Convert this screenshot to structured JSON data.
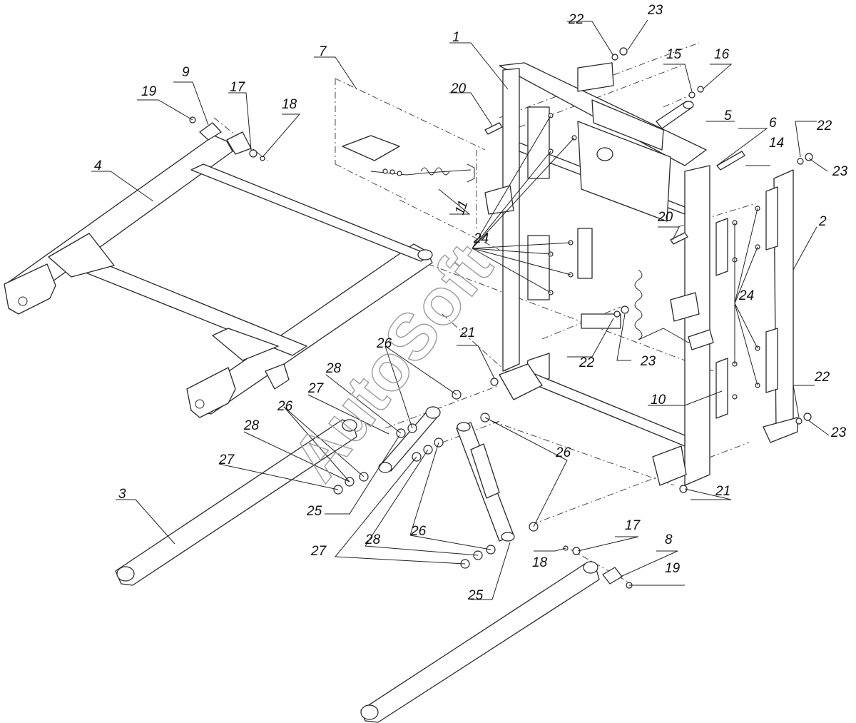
{
  "watermark": "AutoSoft",
  "callouts": {
    "c1": "1",
    "c2": "2",
    "c3": "3",
    "c4": "4",
    "c5": "5",
    "c6": "6",
    "c7": "7",
    "c8": "8",
    "c9": "9",
    "c10": "10",
    "c11": "11",
    "c14": "14",
    "c15": "15",
    "c16": "16",
    "c17a": "17",
    "c17b": "17",
    "c18a": "18",
    "c18b": "18",
    "c19a": "19",
    "c19b": "19",
    "c20a": "20",
    "c20b": "20",
    "c21a": "21",
    "c21b": "21",
    "c22a": "22",
    "c22b": "22",
    "c22c": "22",
    "c22d": "22",
    "c23a": "23",
    "c23b": "23",
    "c23c": "23",
    "c23d": "23",
    "c24a": "24",
    "c24b": "24",
    "c25a": "25",
    "c25b": "25",
    "c26a": "26",
    "c26b": "26",
    "c26c": "26",
    "c26d": "26",
    "c27a": "27",
    "c27b": "27",
    "c27c": "27",
    "c28a": "28",
    "c28b": "28",
    "c28c": "28"
  },
  "colors": {
    "line": "#2a2a2a",
    "watermark": "#9a9a9a",
    "background": "#ffffff"
  }
}
